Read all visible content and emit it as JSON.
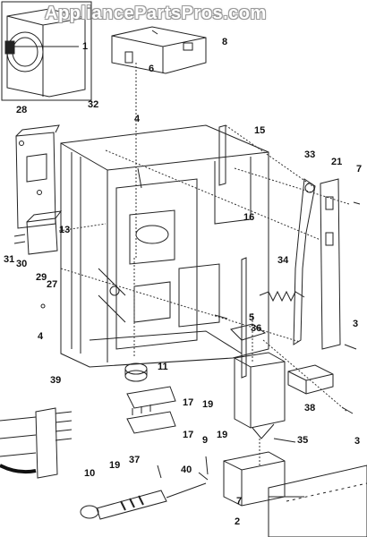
{
  "watermark": "AppliancePartsPros.com",
  "labels": {
    "l1": "1",
    "l2": "2",
    "l3a": "3",
    "l3b": "3",
    "l4a": "4",
    "l4b": "4",
    "l5": "5",
    "l6": "6",
    "l7a": "7",
    "l7b": "7",
    "l8": "8",
    "l9": "9",
    "l10": "10",
    "l11": "11",
    "l13": "13",
    "l15": "15",
    "l16": "16",
    "l17a": "17",
    "l17b": "17",
    "l19a": "19",
    "l19b": "19",
    "l19c": "19",
    "l21": "21",
    "l27": "27",
    "l28": "28",
    "l29": "29",
    "l30": "30",
    "l31": "31",
    "l32": "32",
    "l33": "33",
    "l34": "34",
    "l35": "35",
    "l36": "36",
    "l37": "37",
    "l38": "38",
    "l39": "39",
    "l40": "40"
  }
}
